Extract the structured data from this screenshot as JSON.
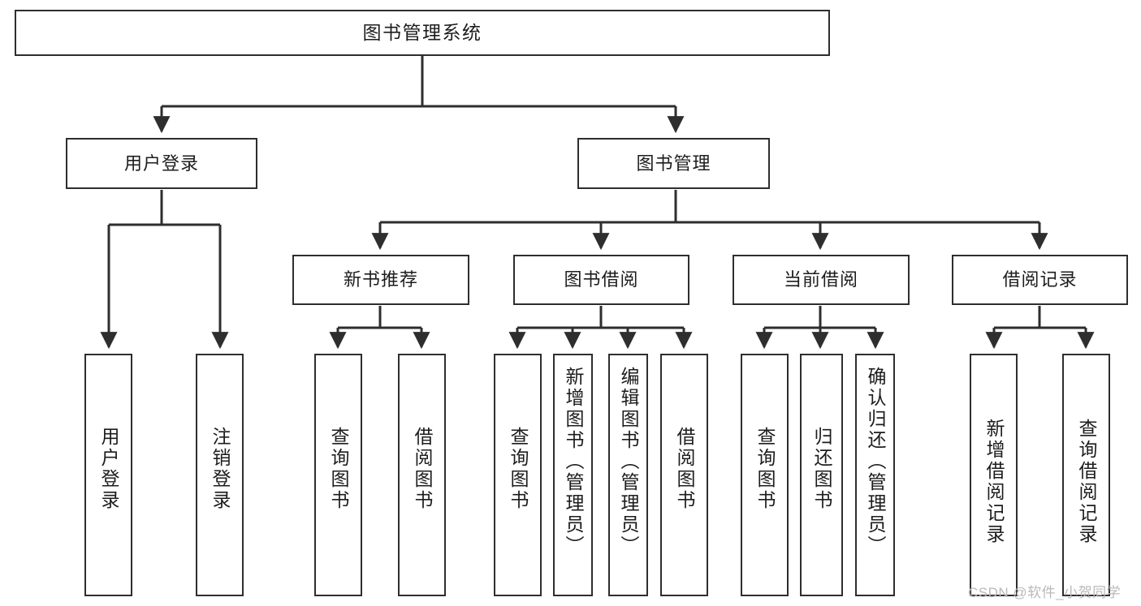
{
  "diagram": {
    "title": "图书管理系统",
    "root": {
      "label": "图书管理系统"
    },
    "level2": [
      {
        "label": "用户登录"
      },
      {
        "label": "图书管理"
      }
    ],
    "level3": [
      {
        "label": "新书推荐"
      },
      {
        "label": "图书借阅"
      },
      {
        "label": "当前借阅"
      },
      {
        "label": "借阅记录"
      }
    ],
    "leaves": {
      "user_login": [
        {
          "label": "用户登录"
        },
        {
          "label": "注销登录"
        }
      ],
      "new_book_recommend": [
        {
          "label": "查询图书"
        },
        {
          "label": "借阅图书"
        }
      ],
      "book_borrow": [
        {
          "label": "查询图书"
        },
        {
          "label": "新增图书（管理员）"
        },
        {
          "label": "编辑图书（管理员）"
        },
        {
          "label": "借阅图书"
        }
      ],
      "current_borrow": [
        {
          "label": "查询图书"
        },
        {
          "label": "归还图书"
        },
        {
          "label": "确认归还（管理员）"
        }
      ],
      "borrow_records": [
        {
          "label": "新增借阅记录"
        },
        {
          "label": "查询借阅记录"
        }
      ]
    }
  },
  "watermark": {
    "text": "CSDN @软件_小贺同学"
  },
  "colors": {
    "border": "#2e2e2e",
    "background": "#ffffff",
    "text": "#1d1d1d",
    "watermark": "#b9b9b9"
  }
}
